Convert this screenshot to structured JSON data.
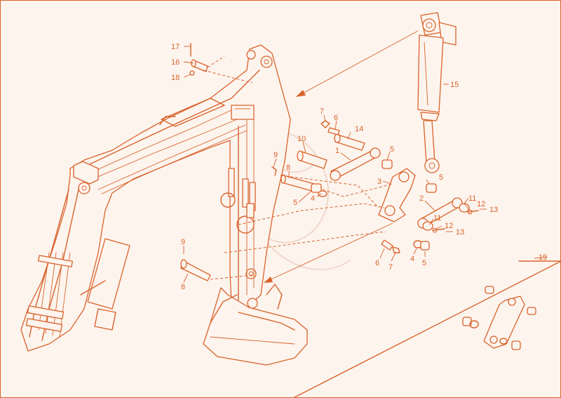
{
  "diagram": {
    "accent_color": "#d9632b",
    "background_color": "#fdf4ee",
    "callouts": [
      {
        "id": "c17",
        "label": "17"
      },
      {
        "id": "c16",
        "label": "16"
      },
      {
        "id": "c18",
        "label": "18"
      },
      {
        "id": "c15",
        "label": "15"
      },
      {
        "id": "c7a",
        "label": "7"
      },
      {
        "id": "c6a",
        "label": "6"
      },
      {
        "id": "c14",
        "label": "14"
      },
      {
        "id": "c10",
        "label": "10"
      },
      {
        "id": "c1",
        "label": "1"
      },
      {
        "id": "c5a",
        "label": "5"
      },
      {
        "id": "c9a",
        "label": "9"
      },
      {
        "id": "c8a",
        "label": "8"
      },
      {
        "id": "c3",
        "label": "3"
      },
      {
        "id": "c5b",
        "label": "5"
      },
      {
        "id": "c5c",
        "label": "5"
      },
      {
        "id": "c4a",
        "label": "4"
      },
      {
        "id": "c2",
        "label": "2"
      },
      {
        "id": "c11a",
        "label": "11"
      },
      {
        "id": "c12a",
        "label": "12"
      },
      {
        "id": "c13a",
        "label": "13"
      },
      {
        "id": "c11b",
        "label": "11"
      },
      {
        "id": "c12b",
        "label": "12"
      },
      {
        "id": "c13b",
        "label": "13"
      },
      {
        "id": "c9b",
        "label": "9"
      },
      {
        "id": "c8b",
        "label": "8"
      },
      {
        "id": "c6b",
        "label": "6"
      },
      {
        "id": "c7b",
        "label": "7"
      },
      {
        "id": "c4b",
        "label": "4"
      },
      {
        "id": "c5d",
        "label": "5"
      },
      {
        "id": "c19",
        "label": "19"
      }
    ]
  }
}
